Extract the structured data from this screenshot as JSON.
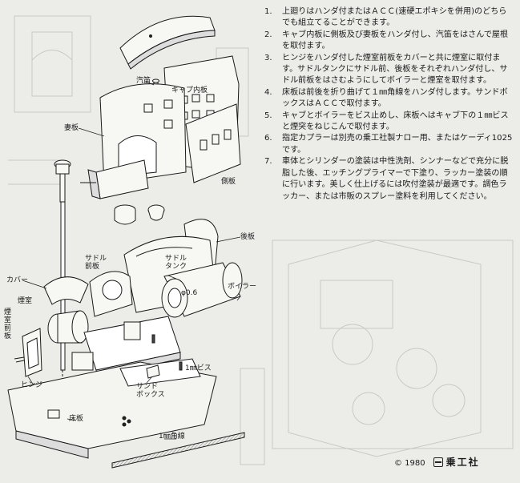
{
  "labels": {
    "whistle": "汽笛",
    "cab_inner": "キャプ内板",
    "gable": "妻板",
    "side_plate": "側板",
    "rear_plate": "後板",
    "saddle_front": "サドル\n前板",
    "saddle_tank": "サドル\nタンク",
    "boiler": "ボイラー",
    "cover": "カバー",
    "smokebox": "煙室",
    "smokebox_front": "煙室前板",
    "hinge": "ヒンジ",
    "diameter": "φ0.6",
    "screw": "1㎜ビス",
    "sandbox": "サンド\nボックス",
    "floor": "床板",
    "angle": "1㎜角線"
  },
  "instructions": [
    {
      "num": "1.",
      "text": "上廻りはハンダ付またはＡＣＣ(速硬エポキシを併用)のどちらでも組立てることができます。"
    },
    {
      "num": "2.",
      "text": "キャブ内板に側板及び妻板をハンダ付し、汽笛をはさんで屋根を取付ます。"
    },
    {
      "num": "3.",
      "text": "ヒンジをハンダ付した煙室前板をカバーと共に煙室に取付ます。サドルタンクにサドル前、後板をそれぞれハンダ付し、サドル前板をはさむようにしてボイラーと煙室を取付ます。"
    },
    {
      "num": "4.",
      "text": "床板は前後を折り曲げて１㎜角線をハンダ付します。サンドボックスはＡＣＣで取付ます。"
    },
    {
      "num": "5.",
      "text": "キャブとボイラーをビス止めし、床板へはキャブ下の１㎜ビスと煙突をねじこんで取付ます。"
    },
    {
      "num": "6.",
      "text": "指定カプラーは別売の乗工社製ナロー用、またはケーディ1025です。"
    },
    {
      "num": "7.",
      "text": "車体とシリンダーの塗装は中性洗剤、シンナーなどで充分に脱脂した後、エッチングプライマーで下塗り、ラッカー塗装の順に行います。美しく仕上げるには吹付塗装が最適です。調色ラッカー、または市販のスプレー塗料を利用してください。"
    }
  ],
  "footer": {
    "copyright": "© 1980",
    "brand": "乗工社"
  }
}
